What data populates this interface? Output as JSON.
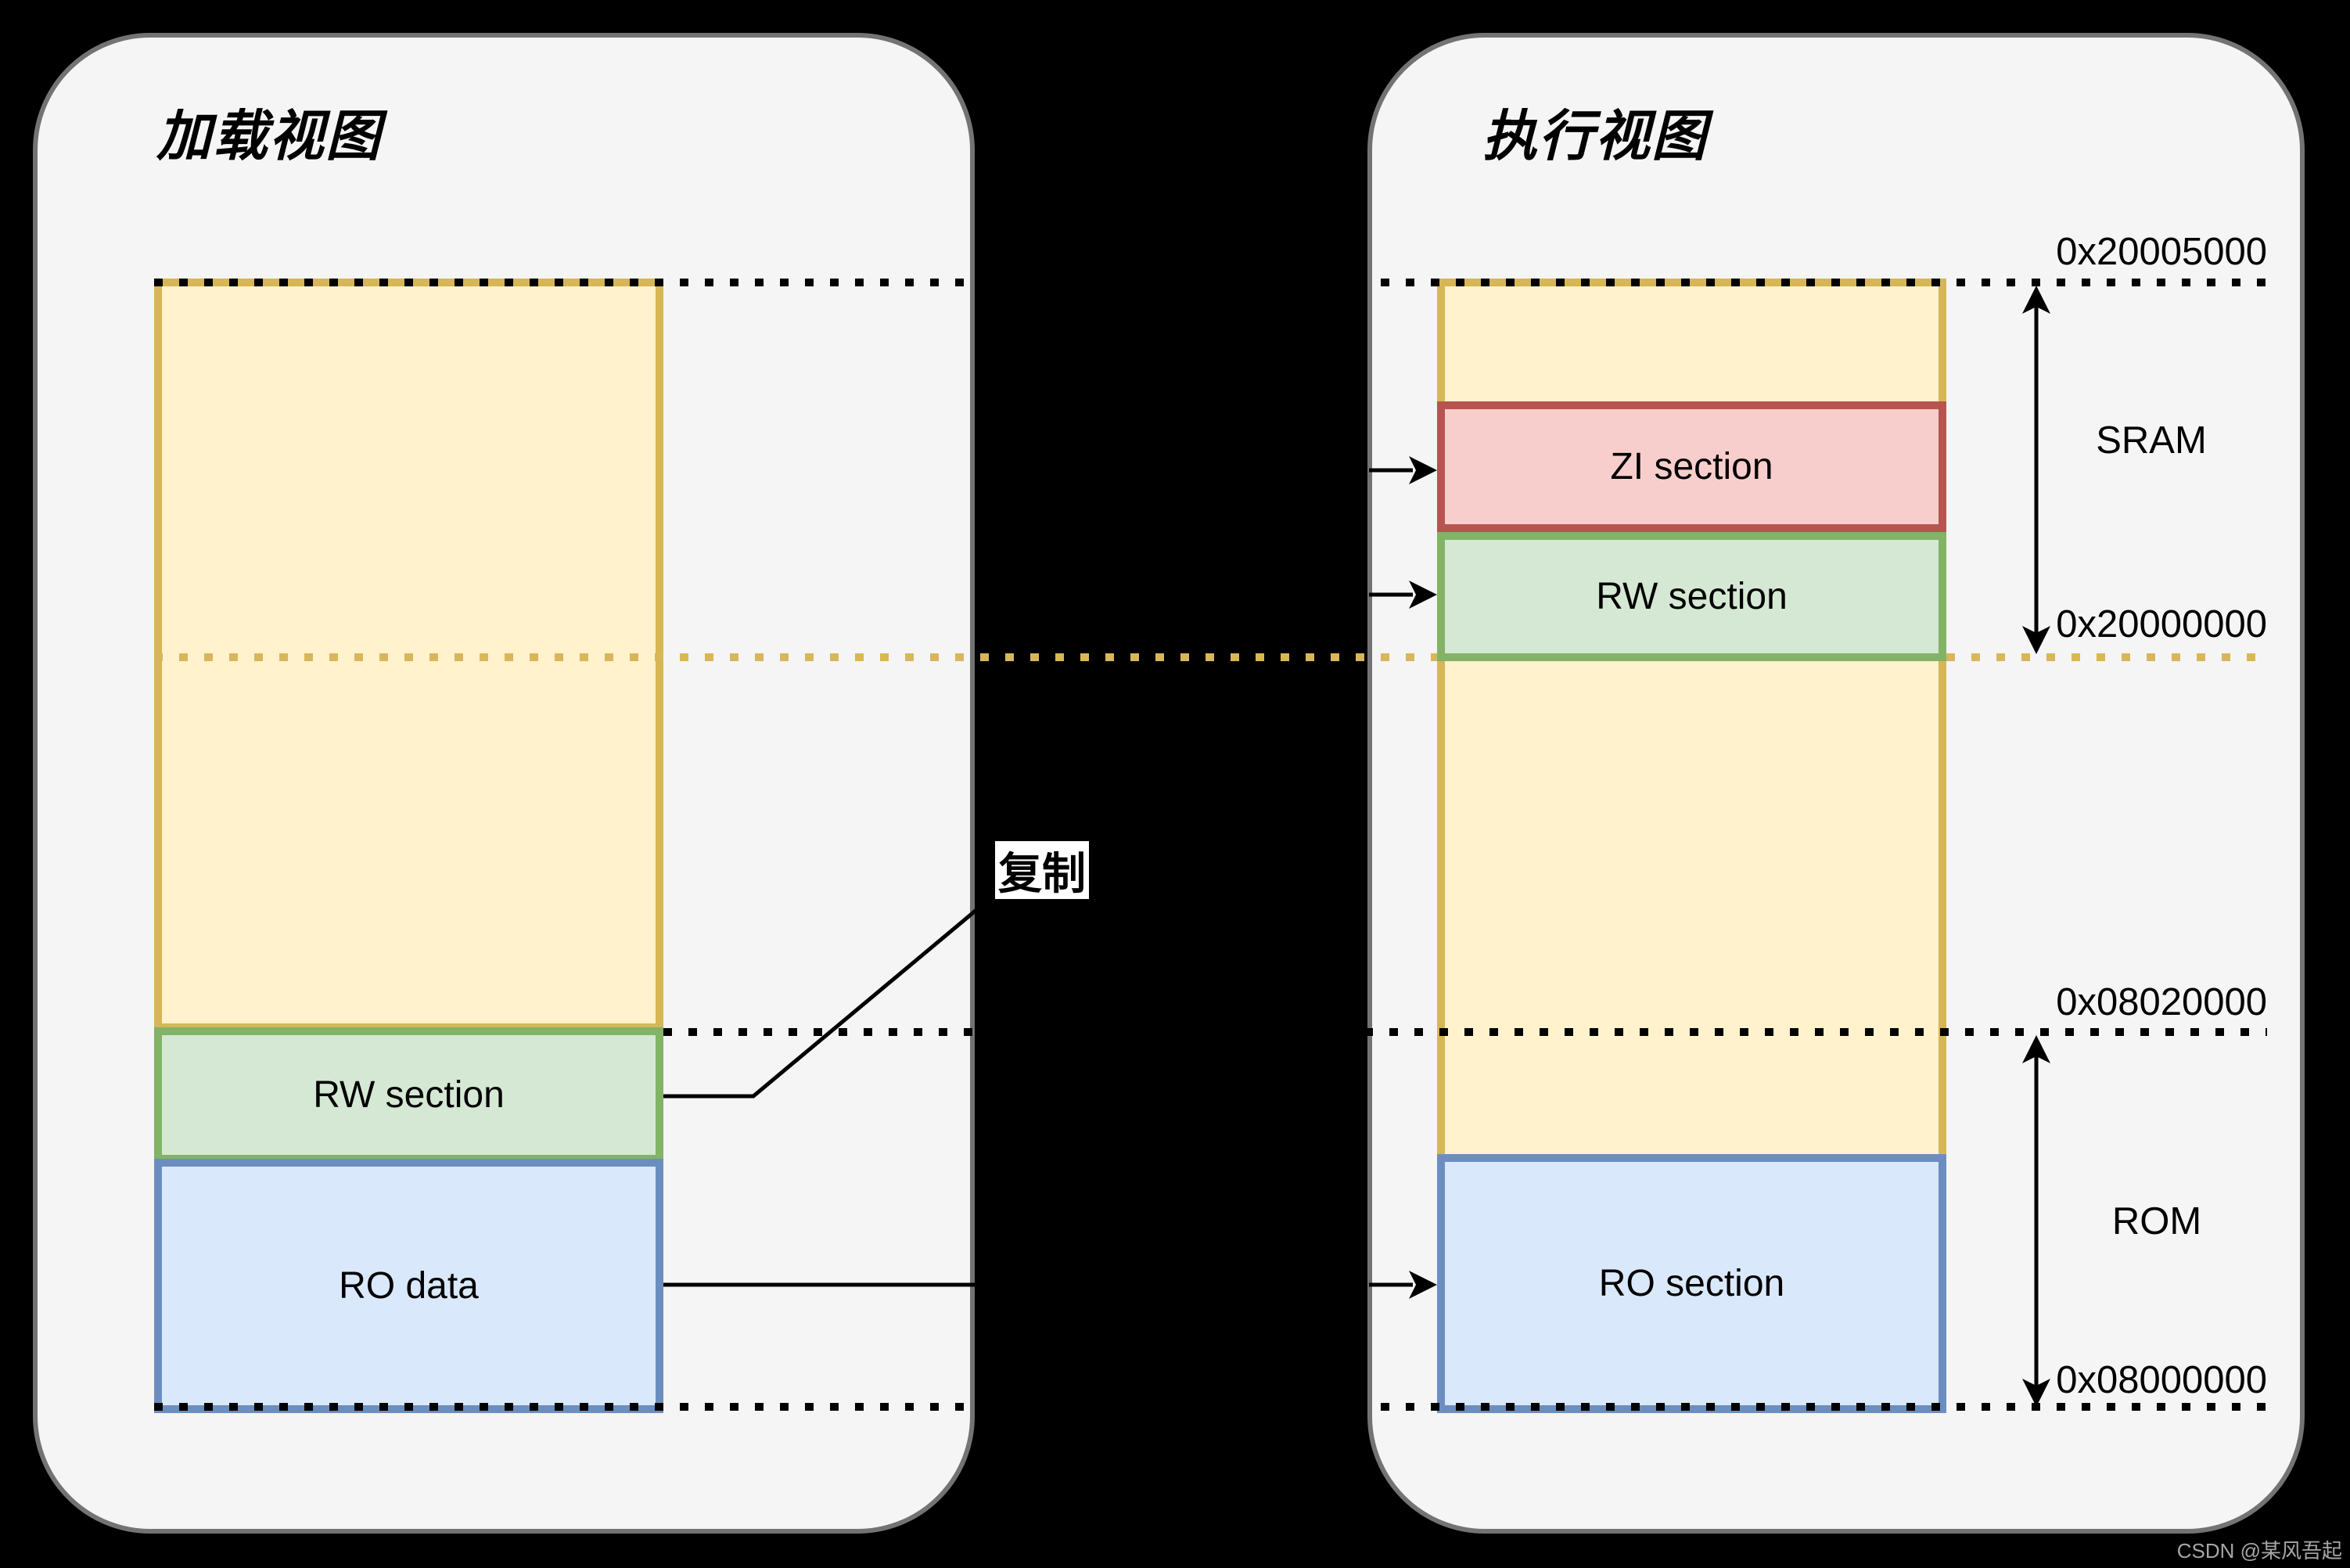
{
  "diagram": {
    "load_view": {
      "title": "加载视图",
      "sections": {
        "rw_label": "RW section",
        "ro_label": "RO data"
      }
    },
    "exec_view": {
      "title": "执行视图",
      "sections": {
        "zi_label": "ZI section",
        "rw_label": "RW section",
        "ro_label": "RO section"
      }
    },
    "copy_label": "复制",
    "memory_labels": {
      "sram": "SRAM",
      "rom": "ROM",
      "addr_sram_top": "0x20005000",
      "addr_sram_base": "0x20000000",
      "addr_rom_top": "0x08020000",
      "addr_rom_base": "0x08000000"
    },
    "colors": {
      "background": "#000000",
      "panel_fill": "#F5F5F5",
      "panel_stroke": "#737373",
      "yellow_fill": "#FFF2CC",
      "yellow_stroke": "#D6B656",
      "green_fill": "#D5E8D4",
      "green_stroke": "#82B366",
      "blue_fill": "#DAE8FC",
      "blue_stroke": "#6C8EBF",
      "red_fill": "#F8CECC",
      "red_stroke": "#B85450",
      "gold_dotted_line": "#D9B65B",
      "line_color": "#000000"
    }
  },
  "watermark": "CSDN @某风吾起"
}
